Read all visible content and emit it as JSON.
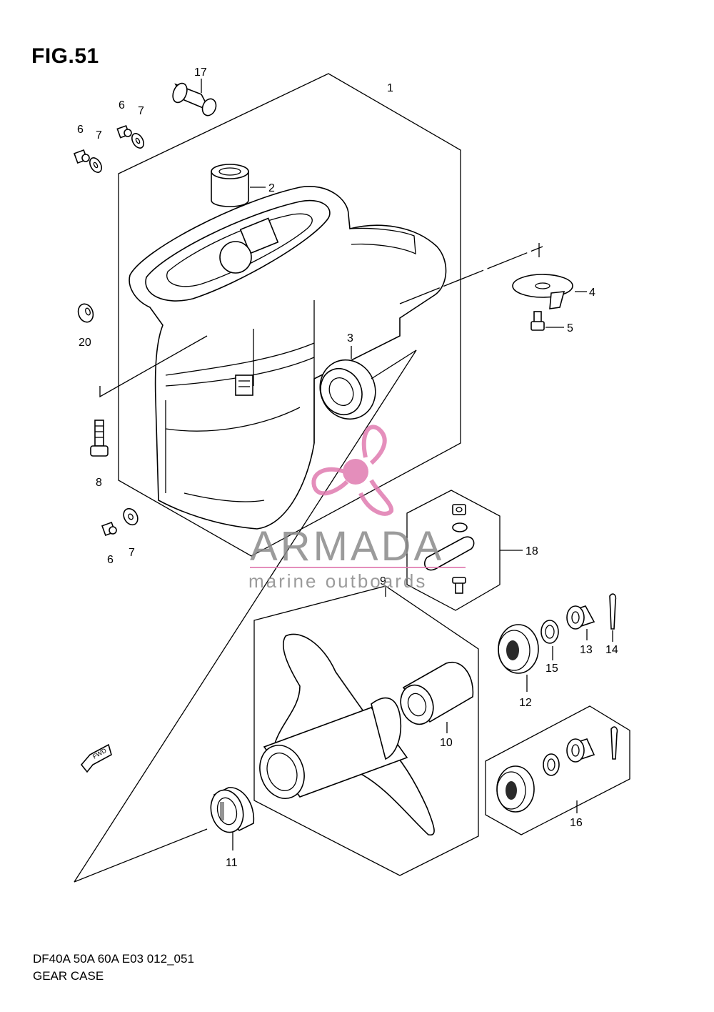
{
  "figure": {
    "title": "FIG.51",
    "model_code": "DF40A 50A 60A E03 012_051",
    "section_name": "GEAR CASE"
  },
  "watermark": {
    "brand": "ARMADA",
    "tagline": "marine outboards",
    "color": "#e07bb0"
  },
  "arrow_label": "FWD",
  "callouts": [
    "1",
    "2",
    "3",
    "4",
    "5",
    "6",
    "6",
    "6",
    "7",
    "7",
    "7",
    "8",
    "9",
    "10",
    "11",
    "12",
    "13",
    "14",
    "15",
    "16",
    "17",
    "18",
    "20"
  ]
}
